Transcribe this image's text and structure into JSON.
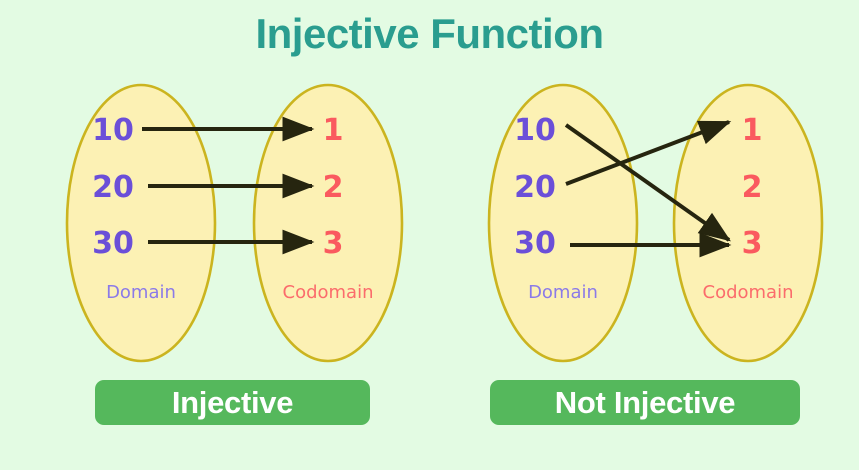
{
  "page": {
    "title": "Injective Function",
    "background_color": "#e3fbe3",
    "title_color": "#2a9d8f"
  },
  "palette": {
    "ellipse_fill": "#fcf1b4",
    "ellipse_stroke": "#cbb41f",
    "domain_number_color": "#6b4fd8",
    "codomain_number_color": "#fa5a5f",
    "domain_label_color": "#8b7ae8",
    "codomain_label_color": "#fb6c6c",
    "arrow_color": "#26250f",
    "verdict_background": "#55b85c",
    "verdict_text_color": "#ffffff"
  },
  "panels": [
    {
      "id": "left",
      "domain": {
        "label": "Domain",
        "values": [
          "10",
          "20",
          "30"
        ]
      },
      "codomain": {
        "label": "Codomain",
        "values": [
          "1",
          "2",
          "3"
        ]
      },
      "mappings": [
        {
          "from": "10",
          "to": "1"
        },
        {
          "from": "20",
          "to": "2"
        },
        {
          "from": "30",
          "to": "3"
        }
      ],
      "verdict": "Injective"
    },
    {
      "id": "right",
      "domain": {
        "label": "Domain",
        "values": [
          "10",
          "20",
          "30"
        ]
      },
      "codomain": {
        "label": "Codomain",
        "values": [
          "1",
          "2",
          "3"
        ]
      },
      "mappings": [
        {
          "from": "10",
          "to": "3"
        },
        {
          "from": "20",
          "to": "1"
        },
        {
          "from": "30",
          "to": "3"
        }
      ],
      "verdict": "Not Injective"
    }
  ]
}
